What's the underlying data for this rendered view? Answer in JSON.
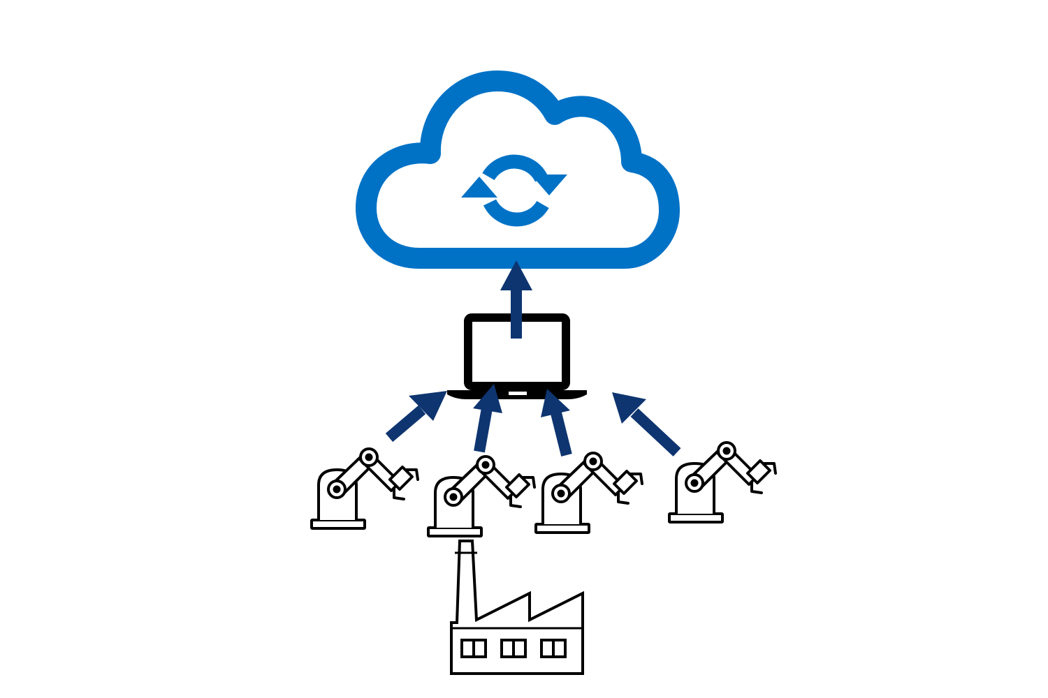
{
  "diagram": {
    "type": "iot-cloud-architecture",
    "colors": {
      "background": "#ffffff",
      "cloud": "#0072c6",
      "arrow": "#0e3570",
      "outline": "#000000"
    },
    "nodes": [
      {
        "id": "cloud",
        "icon": "cloud-sync-icon"
      },
      {
        "id": "laptop",
        "icon": "laptop-icon"
      },
      {
        "id": "robot-1",
        "icon": "robot-arm-icon"
      },
      {
        "id": "robot-2",
        "icon": "robot-arm-icon"
      },
      {
        "id": "robot-3",
        "icon": "robot-arm-icon"
      },
      {
        "id": "robot-4",
        "icon": "robot-arm-icon"
      },
      {
        "id": "factory",
        "icon": "factory-icon"
      }
    ],
    "edges": [
      {
        "from": "laptop",
        "to": "cloud"
      },
      {
        "from": "robot-1",
        "to": "laptop"
      },
      {
        "from": "robot-2",
        "to": "laptop"
      },
      {
        "from": "robot-3",
        "to": "laptop"
      },
      {
        "from": "robot-4",
        "to": "laptop"
      }
    ]
  }
}
